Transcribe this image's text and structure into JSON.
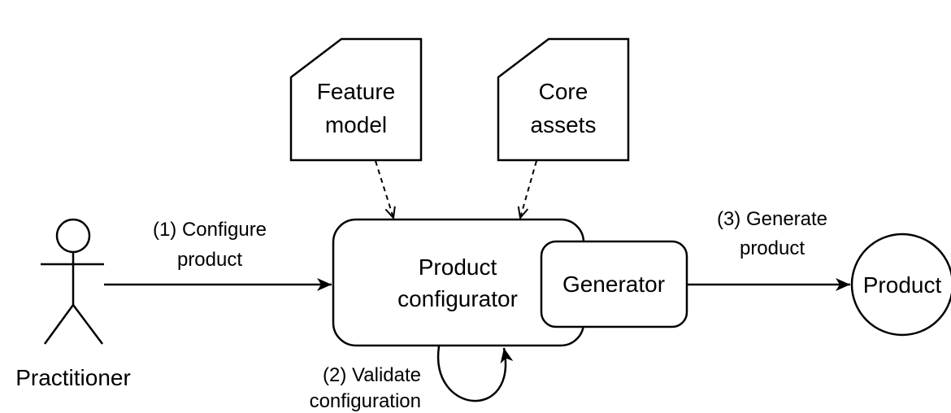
{
  "actor": {
    "label": "Practitioner"
  },
  "documents": {
    "feature_model": {
      "line1": "Feature",
      "line2": "model"
    },
    "core_assets": {
      "line1": "Core",
      "line2": "assets"
    }
  },
  "configurator": {
    "line1": "Product",
    "line2": "configurator"
  },
  "generator": {
    "label": "Generator"
  },
  "product": {
    "label": "Product"
  },
  "steps": {
    "configure": {
      "line1": "(1) Configure",
      "line2": "product"
    },
    "validate": {
      "line1": "(2) Validate",
      "line2": "configuration"
    },
    "generate": {
      "line1": "(3) Generate",
      "line2": "product"
    }
  }
}
